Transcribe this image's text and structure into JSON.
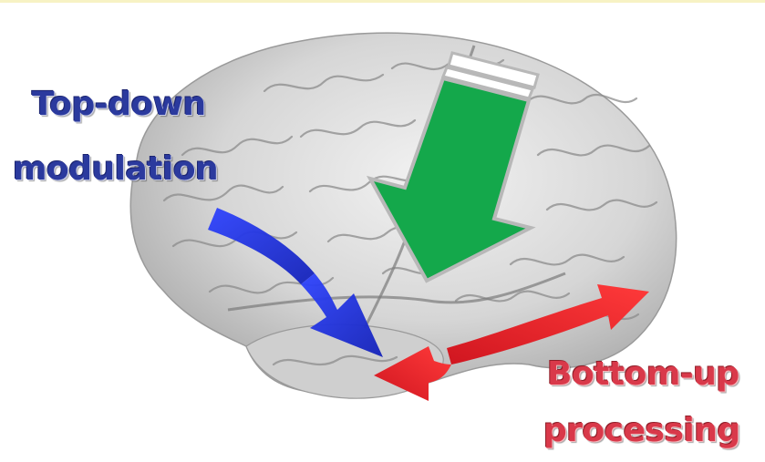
{
  "labels": {
    "top_down_line1": "Top-down",
    "top_down_line2": "modulation",
    "bottom_up_line1": "Bottom-up",
    "bottom_up_line2": "processing"
  },
  "colors": {
    "top_down_arrow": "#1f2fd6",
    "bottom_up_arrow": "#e8242d",
    "central_arrow": "#14a84b",
    "central_arrow_outline": "#b8b8b8",
    "brain": "#d9d9d9",
    "label_blue": "#2b3a9e",
    "label_red": "#d9394a"
  }
}
